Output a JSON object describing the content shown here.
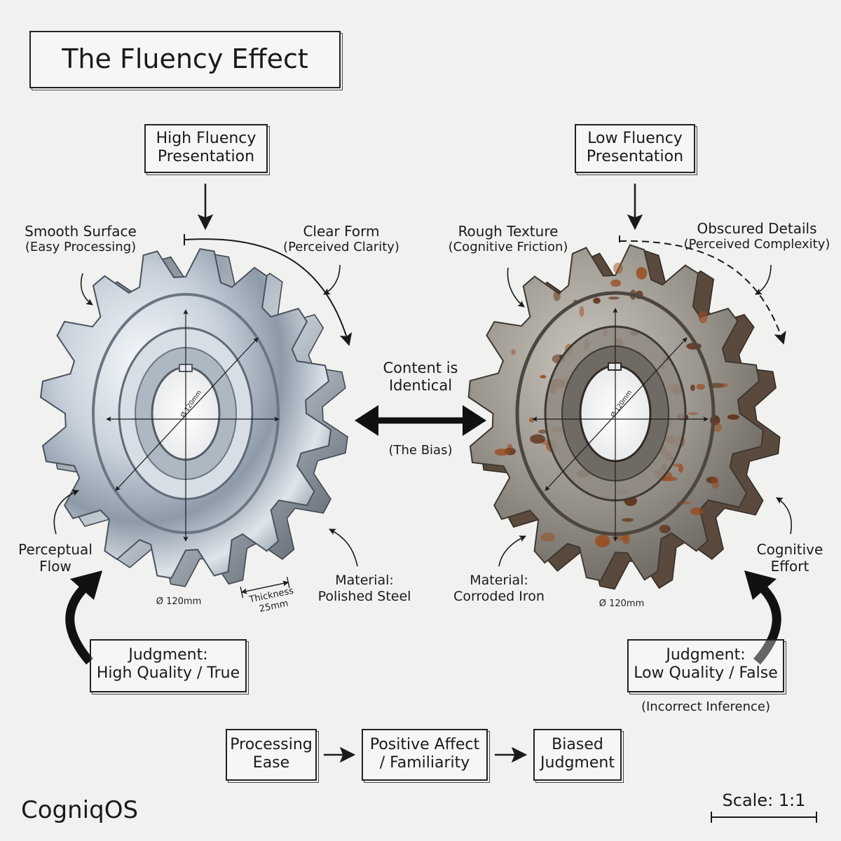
{
  "title": "The Fluency Effect",
  "left": {
    "header_line1": "High Fluency",
    "header_line2": "Presentation",
    "ann_tl_1": "Smooth Surface",
    "ann_tl_2": "(Easy Processing)",
    "ann_tr_1": "Clear Form",
    "ann_tr_2": "(Perceived Clarity)",
    "ann_bl_1": "Perceptual",
    "ann_bl_2": "Flow",
    "dim_diameter": "Ø 120mm",
    "dim_inner": "Ø 120mm",
    "thickness_1": "Thickness",
    "thickness_2": "25mm",
    "material_1": "Material:",
    "material_2": "Polished Steel",
    "judgment_1": "Judgment:",
    "judgment_2": "High Quality / True"
  },
  "right": {
    "header_line1": "Low Fluency",
    "header_line2": "Presentation",
    "ann_tl_1": "Rough Texture",
    "ann_tl_2": "(Cognitive Friction)",
    "ann_tr_1": "Obscured Details",
    "ann_tr_2": "(Perceived Complexity)",
    "ann_br_1": "Cognitive",
    "ann_br_2": "Effort",
    "dim_diameter": "Ø 120mm",
    "dim_inner": "Ø 120mm",
    "material_1": "Material:",
    "material_2": "Corroded Iron",
    "judgment_1": "Judgment:",
    "judgment_2": "Low Quality / False",
    "inference_note": "(Incorrect Inference)"
  },
  "center": {
    "content_1": "Content is",
    "content_2": "Identical",
    "bias": "(The Bias)"
  },
  "flow": {
    "step1_1": "Processing",
    "step1_2": "Ease",
    "step2_1": "Positive Affect",
    "step2_2": "/ Familiarity",
    "step3_1": "Biased",
    "step3_2": "Judgment"
  },
  "brand": "CogniqOS",
  "scale": "Scale: 1:1",
  "colors": {
    "background": "#f1f1ef",
    "ink": "#1a1a1a",
    "steel": "#b9c3ce",
    "steel_highlight": "#f3f6f9",
    "iron": "#8e8a84",
    "rust": "#9a4a1c"
  }
}
